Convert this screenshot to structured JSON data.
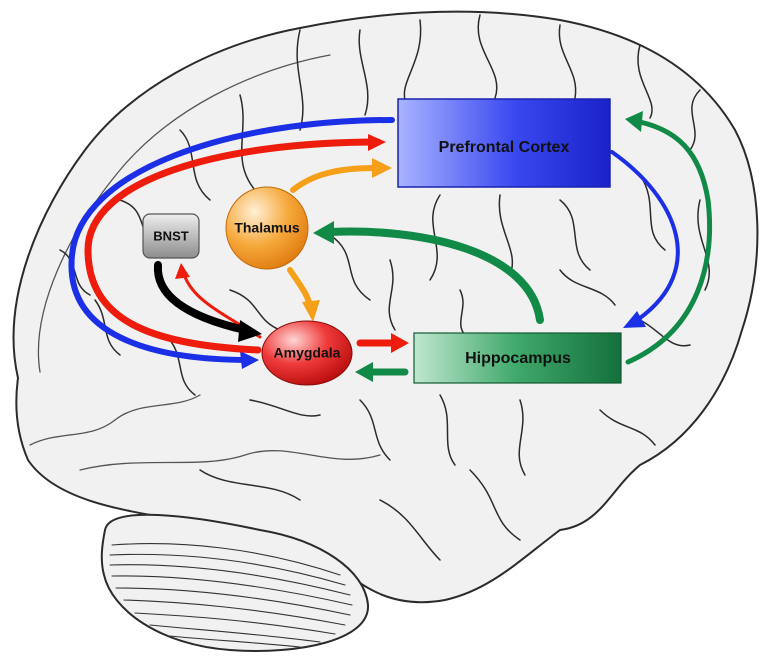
{
  "regions": {
    "prefrontal_cortex": {
      "label": "Prefrontal Cortex",
      "color": "#2f3ce8"
    },
    "thalamus": {
      "label": "Thalamus",
      "color": "#f59a1e"
    },
    "bnst": {
      "label": "BNST",
      "color": "#9a9a9a"
    },
    "amygdala": {
      "label": "Amygdala",
      "color": "#e11a1a"
    },
    "hippocampus": {
      "label": "Hippocampus",
      "color": "#1e8a4a"
    }
  },
  "arrow_colors": {
    "blue": "#1b2fe6",
    "red": "#ee1c0c",
    "orange": "#f6a019",
    "green": "#128a47",
    "black": "#000000"
  },
  "connections": [
    {
      "from": "Prefrontal Cortex",
      "to": "Amygdala",
      "color": "blue"
    },
    {
      "from": "Amygdala",
      "to": "Prefrontal Cortex",
      "color": "red"
    },
    {
      "from": "Thalamus",
      "to": "Prefrontal Cortex",
      "color": "orange"
    },
    {
      "from": "Thalamus",
      "to": "Amygdala",
      "color": "orange"
    },
    {
      "from": "Amygdala",
      "to": "BNST",
      "color": "red"
    },
    {
      "from": "BNST",
      "to": "Amygdala",
      "color": "black"
    },
    {
      "from": "Amygdala",
      "to": "Hippocampus",
      "color": "red"
    },
    {
      "from": "Hippocampus",
      "to": "Amygdala",
      "color": "green"
    },
    {
      "from": "Hippocampus",
      "to": "Thalamus",
      "color": "green"
    },
    {
      "from": "Hippocampus",
      "to": "Prefrontal Cortex",
      "color": "green"
    },
    {
      "from": "Prefrontal Cortex",
      "to": "Hippocampus",
      "color": "blue"
    }
  ]
}
